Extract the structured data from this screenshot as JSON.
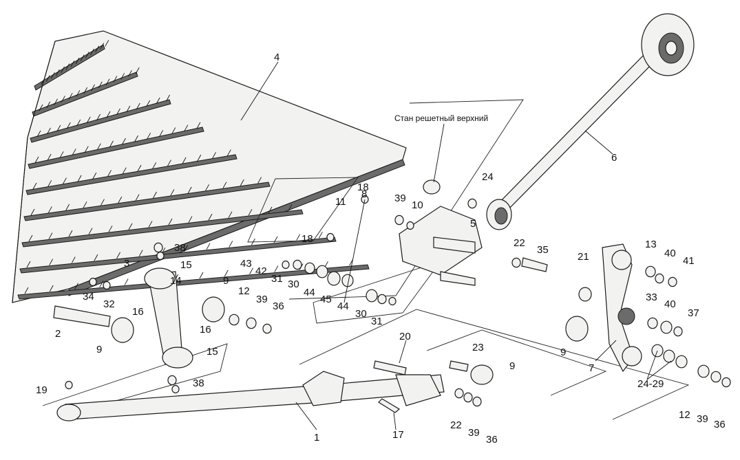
{
  "caption": "Стан решетный верхний",
  "labels": {
    "l1": "1",
    "l2": "2",
    "l3": "3",
    "l4": "4",
    "l5": "5",
    "l6": "6",
    "l7": "7",
    "l8": "8",
    "l9a": "9",
    "l9b": "9",
    "l9c": "9",
    "l9d": "9",
    "l10": "10",
    "l11": "11",
    "l12a": "12",
    "l12b": "12",
    "l13": "13",
    "l14": "14",
    "l15a": "15",
    "l15b": "15",
    "l16a": "16",
    "l16b": "16",
    "l17": "17",
    "l18a": "18",
    "l18b": "18",
    "l19": "19",
    "l20": "20",
    "l21": "21",
    "l22a": "22",
    "l22b": "22",
    "l23": "23",
    "l24": "24",
    "l2429": "24-29",
    "l30a": "30",
    "l30b": "30",
    "l31a": "31",
    "l31b": "31",
    "l32": "32",
    "l33": "33",
    "l34": "34",
    "l35": "35",
    "l36a": "36",
    "l36b": "36",
    "l36c": "36",
    "l37": "37",
    "l38a": "38",
    "l38b": "38",
    "l39a": "39",
    "l39b": "39",
    "l39c": "39",
    "l39d": "39",
    "l40a": "40",
    "l40b": "40",
    "l41": "41",
    "l42": "42",
    "l43": "43",
    "l44a": "44",
    "l44b": "44",
    "l45": "45"
  }
}
